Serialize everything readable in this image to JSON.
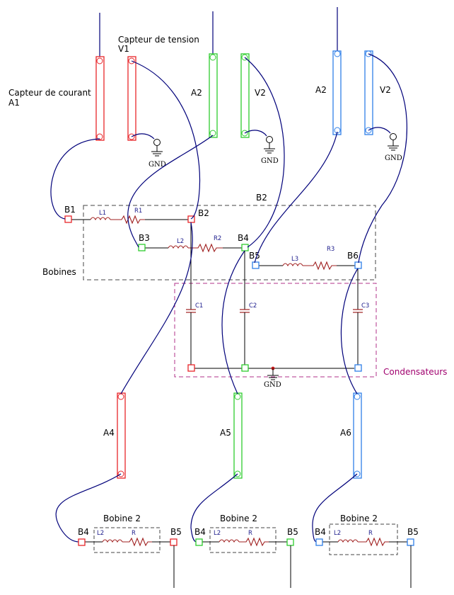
{
  "labels": {
    "capteur_courant": "Capteur de courant",
    "a1": "A1",
    "capteur_tension": "Capteur de tension",
    "v1": "V1",
    "a2": "A2",
    "v2": "V2",
    "a4": "A4",
    "a5": "A5",
    "a6": "A6",
    "gnd": "GND",
    "bobines": "Bobines",
    "condensateurs": "Condensateurs",
    "bobine2": "Bobine 2"
  },
  "nodes": {
    "b1": "B1",
    "b2": "B2",
    "b3": "B3",
    "b4": "B4",
    "b5": "B5",
    "b6": "B6"
  },
  "components": {
    "l1": "L1",
    "r1": "R1",
    "l2": "L2",
    "r2": "R2",
    "l3": "L3",
    "r3": "R3",
    "c1": "C1",
    "c2": "C2",
    "c3": "C3",
    "r": "R"
  },
  "colors": {
    "red": "#e8252a",
    "green": "#2ecc2e",
    "blue": "#2f7fe8",
    "wire": "#00007a",
    "resistor": "#a02020",
    "dashed_black": "#444444",
    "dashed_magenta": "#b0308a"
  }
}
